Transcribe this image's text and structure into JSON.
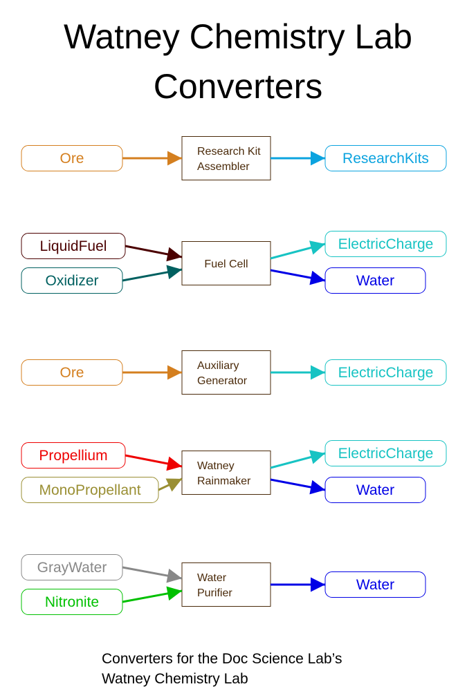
{
  "title": {
    "line1": "Watney Chemistry Lab",
    "line2": "Converters"
  },
  "caption": {
    "line1": "Converters for the Doc Science Lab’s",
    "line2": "Watney Chemistry Lab"
  },
  "colors": {
    "Ore": "#d47f1f",
    "ResearchKits": "#0ba3df",
    "LiquidFuel": "#4b0000",
    "Oxidizer": "#006060",
    "ElectricCharge": "#17c3c3",
    "Water": "#0000e6",
    "Propellium": "#ee0000",
    "MonoPropellant": "#9a8f34",
    "GrayWater": "#888888",
    "Nitronite": "#00c000",
    "converter_border": "#4a2a0a"
  },
  "converters": [
    {
      "lines": [
        "Research Kit",
        "Assembler"
      ],
      "inputs": [
        {
          "label": "Ore",
          "color_key": "Ore"
        }
      ],
      "outputs": [
        {
          "label": "ResearchKits",
          "color_key": "ResearchKits"
        }
      ]
    },
    {
      "lines": [
        "Fuel Cell"
      ],
      "inputs": [
        {
          "label": "LiquidFuel",
          "color_key": "LiquidFuel"
        },
        {
          "label": "Oxidizer",
          "color_key": "Oxidizer"
        }
      ],
      "outputs": [
        {
          "label": "ElectricCharge",
          "color_key": "ElectricCharge"
        },
        {
          "label": "Water",
          "color_key": "Water"
        }
      ]
    },
    {
      "lines": [
        "Auxiliary",
        "Generator"
      ],
      "inputs": [
        {
          "label": "Ore",
          "color_key": "Ore"
        }
      ],
      "outputs": [
        {
          "label": "ElectricCharge",
          "color_key": "ElectricCharge"
        }
      ]
    },
    {
      "lines": [
        "Watney",
        "Rainmaker"
      ],
      "inputs": [
        {
          "label": "Propellium",
          "color_key": "Propellium"
        },
        {
          "label": "MonoPropellant",
          "color_key": "MonoPropellant"
        }
      ],
      "outputs": [
        {
          "label": "ElectricCharge",
          "color_key": "ElectricCharge"
        },
        {
          "label": "Water",
          "color_key": "Water"
        }
      ]
    },
    {
      "lines": [
        "Water",
        "Purifier"
      ],
      "inputs": [
        {
          "label": "GrayWater",
          "color_key": "GrayWater"
        },
        {
          "label": "Nitronite",
          "color_key": "Nitronite"
        }
      ],
      "outputs": [
        {
          "label": "Water",
          "color_key": "Water"
        }
      ]
    }
  ]
}
